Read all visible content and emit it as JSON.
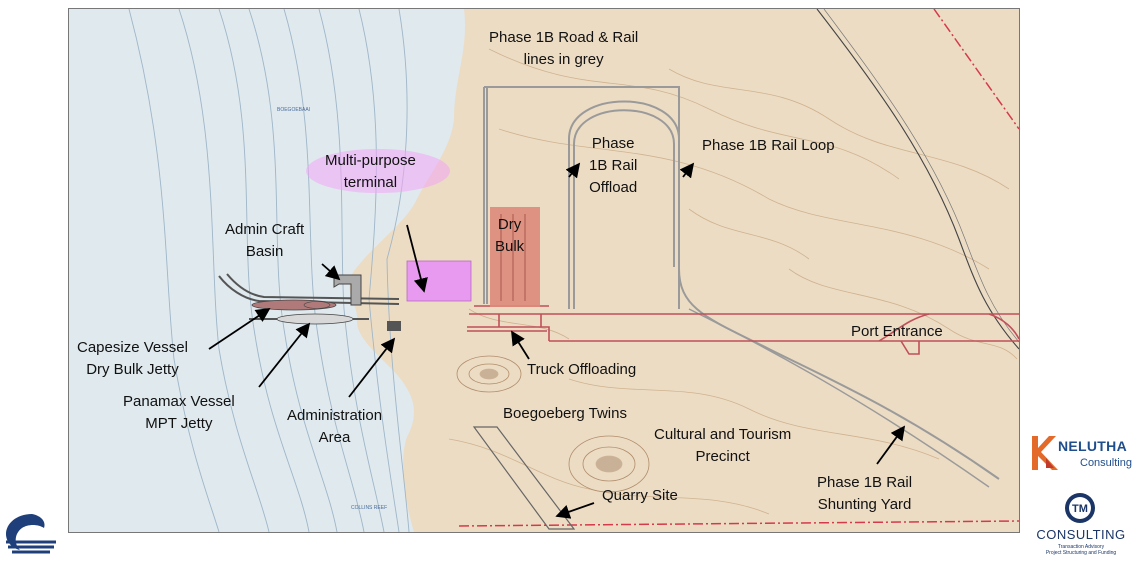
{
  "map": {
    "labels": {
      "phase1b_road_rail": "Phase 1B Road & Rail\nlines in grey",
      "phase1b_rail_offload": "Phase\n1B Rail\nOffload",
      "phase1b_rail_loop": "Phase 1B Rail Loop",
      "multi_purpose_terminal": "Multi-purpose\nterminal",
      "admin_craft_basin": "Admin Craft\nBasin",
      "dry_bulk": "Dry\nBulk",
      "port_entrance": "Port Entrance",
      "capesize_vessel": "Capesize Vessel\nDry Bulk Jetty",
      "truck_offloading": "Truck Offloading",
      "panamax_vessel": "Panamax Vessel\nMPT Jetty",
      "administration_area": "Administration\nArea",
      "boegoeberg_twins": "Boegoeberg Twins",
      "cultural_tourism": "Cultural and Tourism\nPrecinct",
      "phase1b_shunting": "Phase 1B Rail\nShunting Yard",
      "quarry_site": "Quarry Site"
    },
    "small_labels": {
      "boegoebaai": "BOEGOEBAAI",
      "collins_reef": "COLLINS REEF"
    },
    "colors": {
      "sea": "#dfe9ee",
      "land": "#ecdcc4",
      "contour": "#c9a882",
      "rail_grey": "#9a9a9a",
      "phase1a_red": "#c0505a",
      "mpt_magenta": "#e79af0",
      "dry_bulk_salmon": "#dd8a7a",
      "boundary_red": "#d43a4a",
      "highlight_glow": "#f3a6f5"
    }
  },
  "logos": {
    "nelutha_word": "NELUTHA",
    "nelutha_sub": "Consulting",
    "tm_word": "CONSULTING",
    "tm_sub1": "Transaction Advisory",
    "tm_sub2": "Project Structuring and Funding",
    "tm_mark": "TM"
  }
}
